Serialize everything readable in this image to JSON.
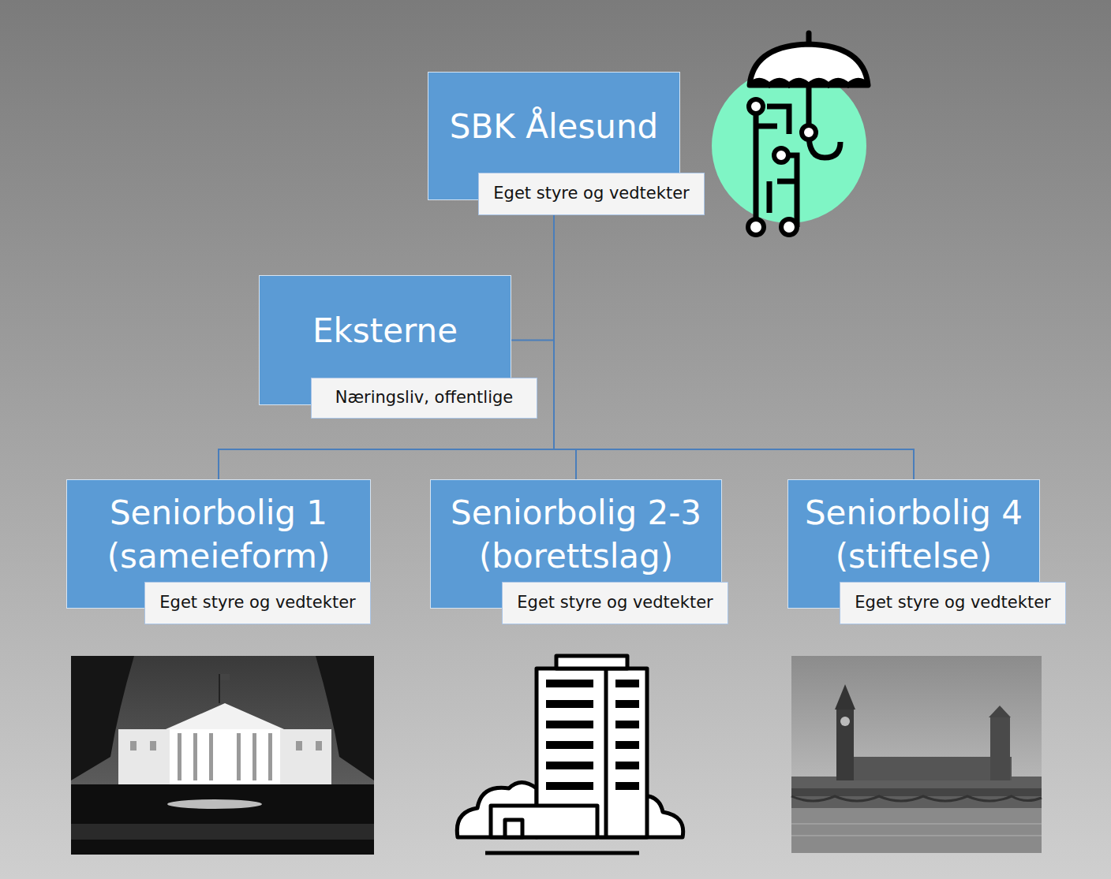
{
  "diagram": {
    "nodes": [
      {
        "text": [
          "SBK Ålesund",
          "Eget styre og vedtekter"
        ]
      },
      {
        "text": [
          "Eksterne",
          "Næringsliv, offentlige"
        ]
      },
      {
        "text": [
          "Seniorbolig 1 (sameieform)",
          "Eget styre og vedtekter"
        ]
      },
      {
        "text": [
          "Seniorbolig 2-3 (borettslag)",
          "Eget styre og vedtekter"
        ]
      },
      {
        "text": [
          "Seniorbolig 4 (stiftelse)",
          "Eget styre og vedtekter"
        ]
      }
    ],
    "edges": [
      {
        "from": 0,
        "to": 1,
        "arrow": "none"
      },
      {
        "from": 0,
        "to": 2,
        "arrow": "none"
      },
      {
        "from": 0,
        "to": 3,
        "arrow": "none"
      },
      {
        "from": 0,
        "to": 4,
        "arrow": "none"
      }
    ]
  }
}
